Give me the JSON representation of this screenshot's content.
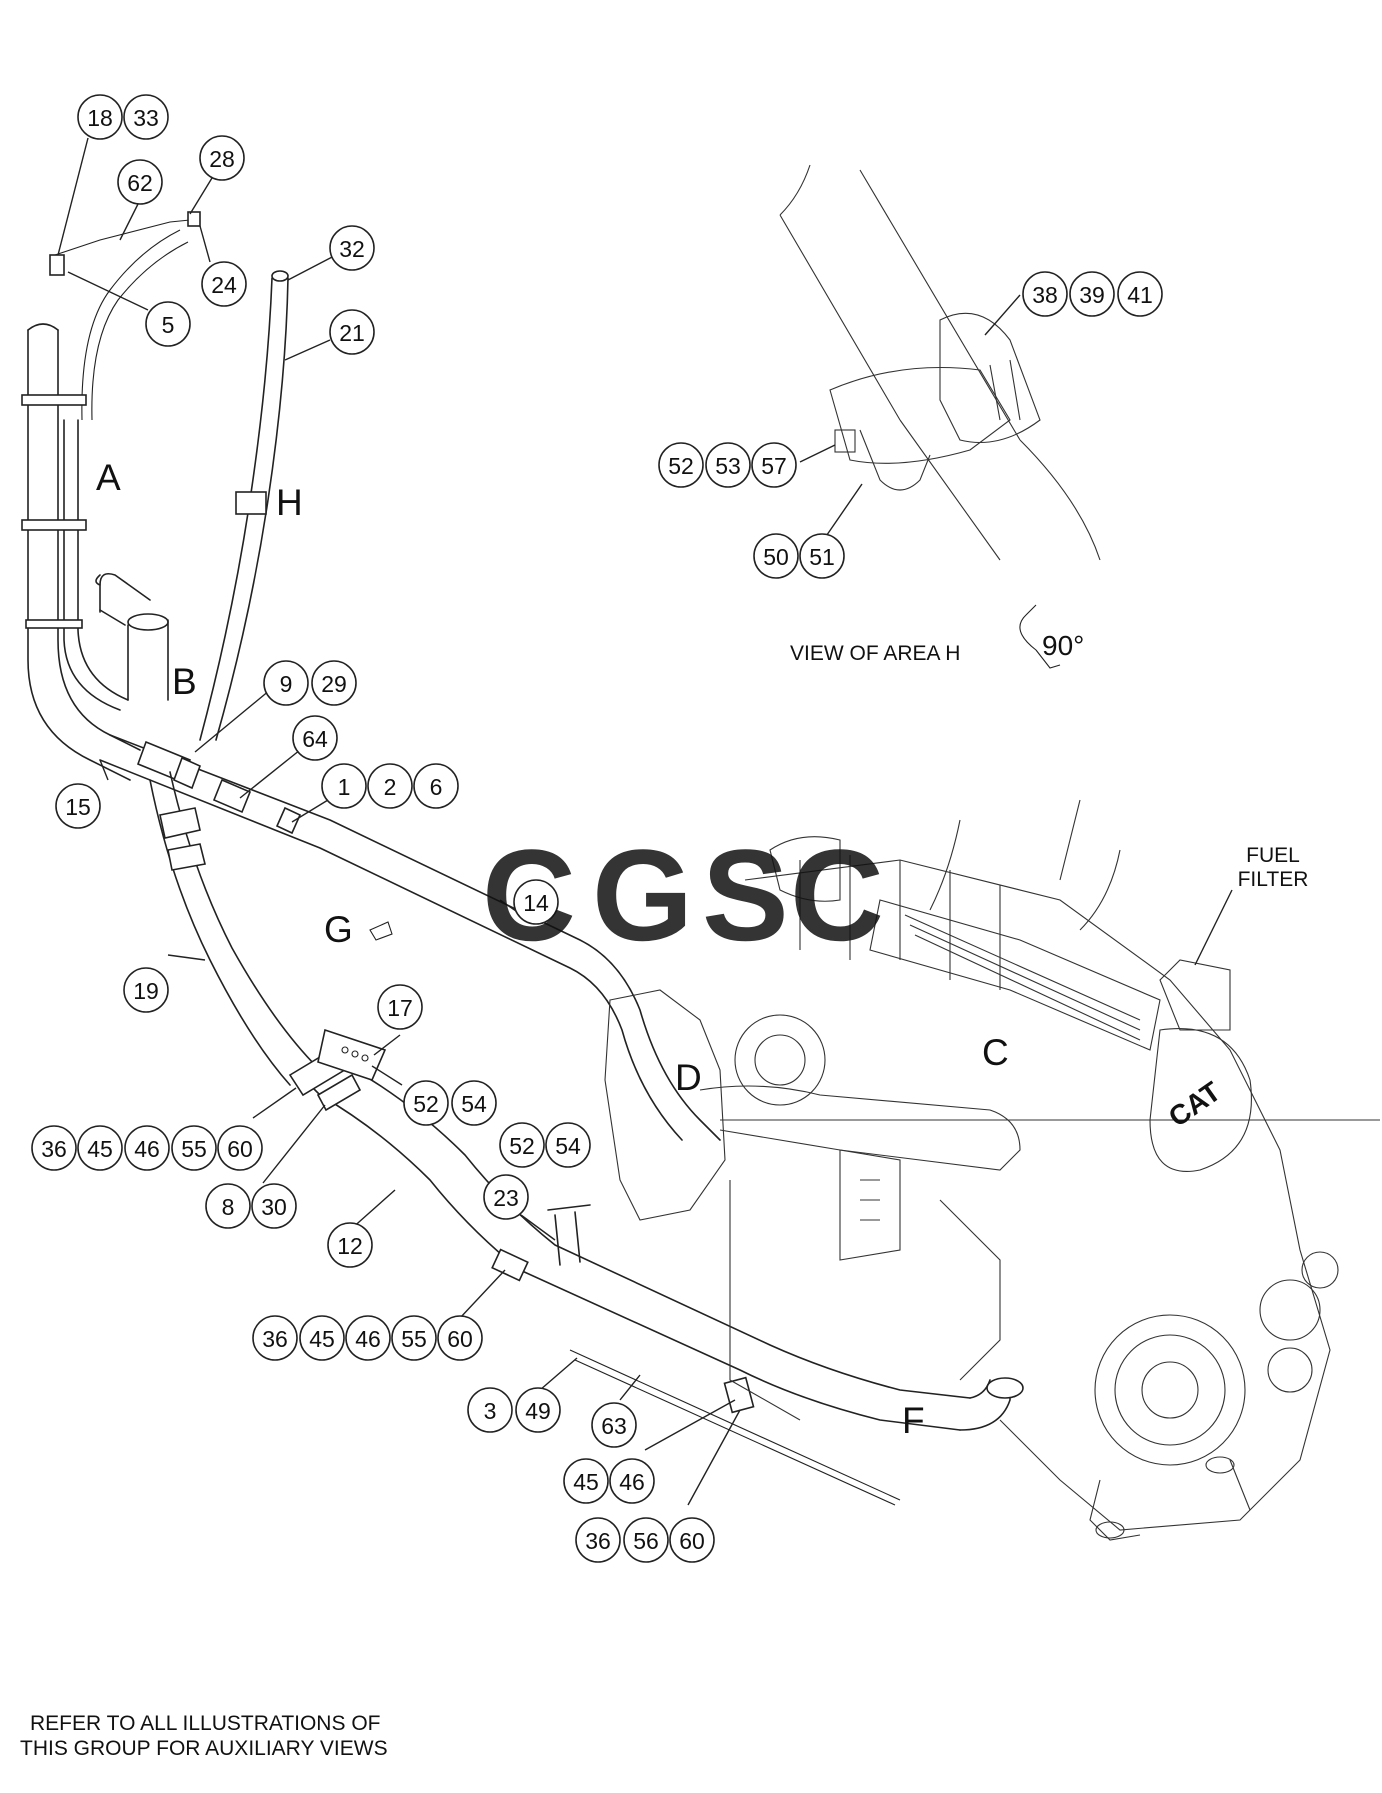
{
  "callouts": [
    {
      "id": "c18",
      "text": "18"
    },
    {
      "id": "c33",
      "text": "33"
    },
    {
      "id": "c62",
      "text": "62"
    },
    {
      "id": "c28",
      "text": "28"
    },
    {
      "id": "c24",
      "text": "24"
    },
    {
      "id": "c5",
      "text": "5"
    },
    {
      "id": "c32",
      "text": "32"
    },
    {
      "id": "c21",
      "text": "21"
    },
    {
      "id": "c9",
      "text": "9"
    },
    {
      "id": "c29",
      "text": "29"
    },
    {
      "id": "c64",
      "text": "64"
    },
    {
      "id": "c1",
      "text": "1"
    },
    {
      "id": "c2",
      "text": "2"
    },
    {
      "id": "c6",
      "text": "6"
    },
    {
      "id": "c15",
      "text": "15"
    },
    {
      "id": "c14",
      "text": "14"
    },
    {
      "id": "c19",
      "text": "19"
    },
    {
      "id": "c17",
      "text": "17"
    },
    {
      "id": "c52a",
      "text": "52"
    },
    {
      "id": "c54a",
      "text": "54"
    },
    {
      "id": "c36a",
      "text": "36"
    },
    {
      "id": "c45a",
      "text": "45"
    },
    {
      "id": "c46a",
      "text": "46"
    },
    {
      "id": "c55a",
      "text": "55"
    },
    {
      "id": "c60a",
      "text": "60"
    },
    {
      "id": "c8",
      "text": "8"
    },
    {
      "id": "c30",
      "text": "30"
    },
    {
      "id": "c52b",
      "text": "52"
    },
    {
      "id": "c54b",
      "text": "54"
    },
    {
      "id": "c23",
      "text": "23"
    },
    {
      "id": "c12",
      "text": "12"
    },
    {
      "id": "c36b",
      "text": "36"
    },
    {
      "id": "c45b",
      "text": "45"
    },
    {
      "id": "c46b",
      "text": "46"
    },
    {
      "id": "c55b",
      "text": "55"
    },
    {
      "id": "c60b",
      "text": "60"
    },
    {
      "id": "c3",
      "text": "3"
    },
    {
      "id": "c49",
      "text": "49"
    },
    {
      "id": "c63",
      "text": "63"
    },
    {
      "id": "c45c",
      "text": "45"
    },
    {
      "id": "c46c",
      "text": "46"
    },
    {
      "id": "c36c",
      "text": "36"
    },
    {
      "id": "c56",
      "text": "56"
    },
    {
      "id": "c60c",
      "text": "60"
    },
    {
      "id": "c38",
      "text": "38"
    },
    {
      "id": "c39",
      "text": "39"
    },
    {
      "id": "c41",
      "text": "41"
    },
    {
      "id": "c52c",
      "text": "52"
    },
    {
      "id": "c53",
      "text": "53"
    },
    {
      "id": "c57",
      "text": "57"
    },
    {
      "id": "c50",
      "text": "50"
    },
    {
      "id": "c51",
      "text": "51"
    }
  ],
  "zones": {
    "A": "A",
    "B": "B",
    "C": "C",
    "D": "D",
    "F": "F",
    "G": "G",
    "H": "H"
  },
  "labels": {
    "view_of_area": "VIEW OF AREA  H",
    "rotation": "90°",
    "fuel_filter_line1": "FUEL",
    "fuel_filter_line2": "FILTER",
    "footer_line1": "REFER TO ALL ILLUSTRATIONS OF",
    "footer_line2": "THIS GROUP FOR AUXILIARY VIEWS",
    "engine_badge": "CAT"
  },
  "watermark": {
    "letters": [
      "C",
      "G",
      "S",
      "C"
    ],
    "colors": [
      "#4a86e8",
      "#e06666",
      "#f1c232",
      "#6aa84f"
    ]
  }
}
